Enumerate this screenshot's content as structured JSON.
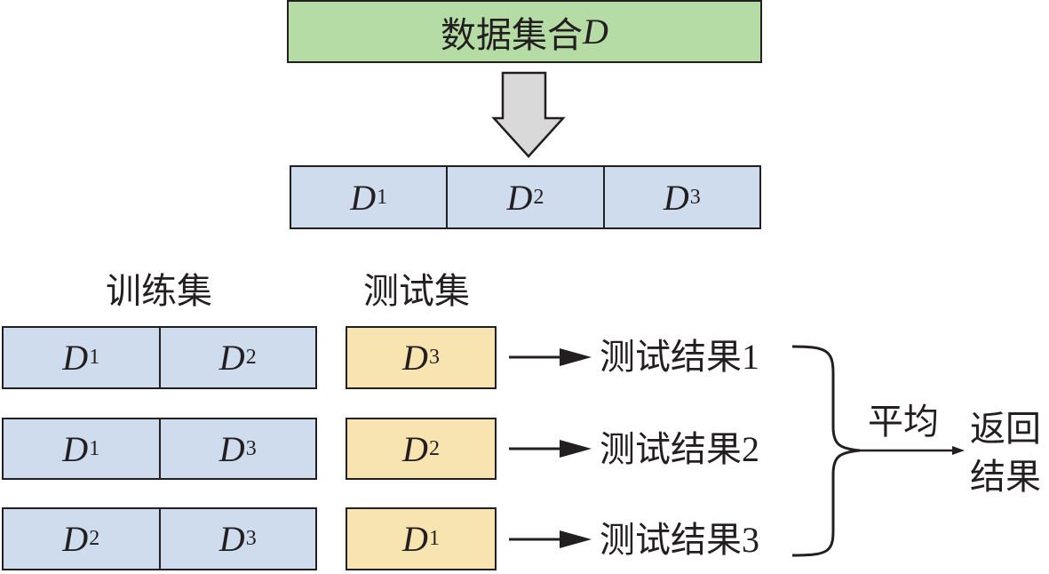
{
  "colors": {
    "dataset_fill": "#b5dca5",
    "fold_fill": "#cfdcee",
    "test_fill": "#f8e4b0",
    "arrow_fill": "#d9d9d9",
    "stroke": "#231f20"
  },
  "dataset": {
    "label": "数据集合",
    "var": "D"
  },
  "folds": [
    {
      "var": "D",
      "sub": "1"
    },
    {
      "var": "D",
      "sub": "2"
    },
    {
      "var": "D",
      "sub": "3"
    }
  ],
  "headers": {
    "train": "训练集",
    "test": "测试集"
  },
  "rounds": [
    {
      "train": [
        {
          "var": "D",
          "sub": "1"
        },
        {
          "var": "D",
          "sub": "2"
        }
      ],
      "test": {
        "var": "D",
        "sub": "3"
      },
      "result": "测试结果1"
    },
    {
      "train": [
        {
          "var": "D",
          "sub": "1"
        },
        {
          "var": "D",
          "sub": "3"
        }
      ],
      "test": {
        "var": "D",
        "sub": "2"
      },
      "result": "测试结果2"
    },
    {
      "train": [
        {
          "var": "D",
          "sub": "2"
        },
        {
          "var": "D",
          "sub": "3"
        }
      ],
      "test": {
        "var": "D",
        "sub": "1"
      },
      "result": "测试结果3"
    }
  ],
  "average_label": "平均",
  "return_label": [
    "返回",
    "结果"
  ]
}
